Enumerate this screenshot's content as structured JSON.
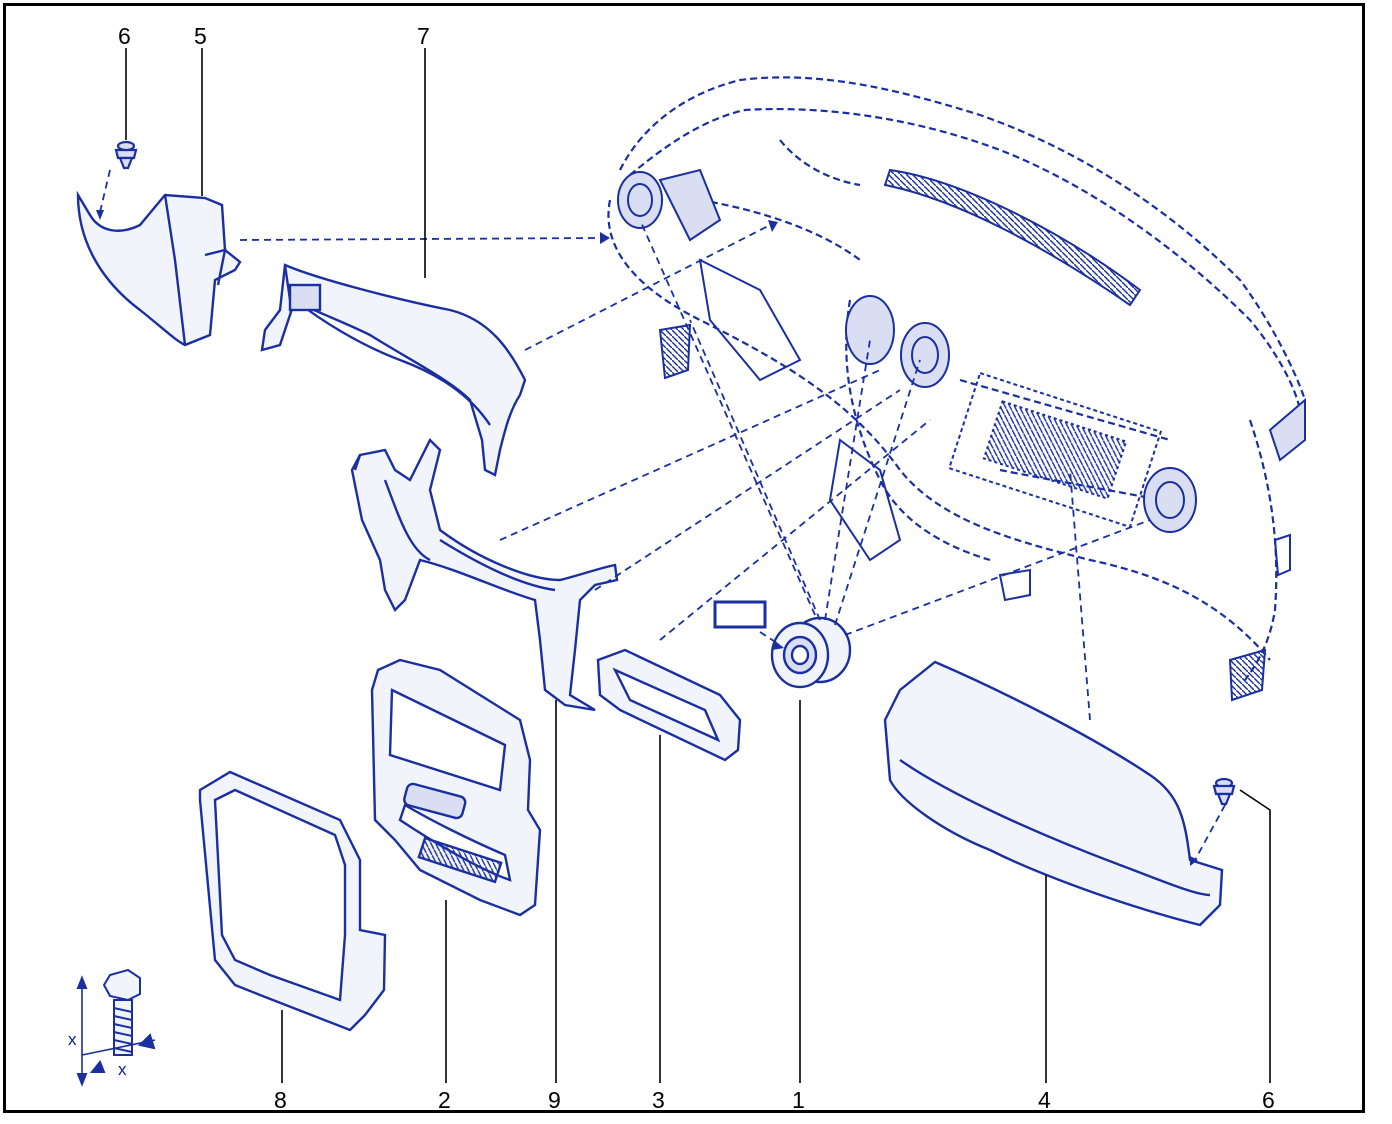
{
  "diagram": {
    "line_color": "#1a2fa0",
    "light_fill": "#d9def2",
    "callouts": [
      {
        "id": "c6a",
        "label": "6"
      },
      {
        "id": "c5",
        "label": "5"
      },
      {
        "id": "c7",
        "label": "7"
      },
      {
        "id": "c8",
        "label": "8"
      },
      {
        "id": "c2",
        "label": "2"
      },
      {
        "id": "c9",
        "label": "9"
      },
      {
        "id": "c3",
        "label": "3"
      },
      {
        "id": "c1",
        "label": "1"
      },
      {
        "id": "c4",
        "label": "4"
      },
      {
        "id": "c6b",
        "label": "6"
      }
    ],
    "dimension_labels": {
      "height": "x",
      "width": "x"
    }
  }
}
